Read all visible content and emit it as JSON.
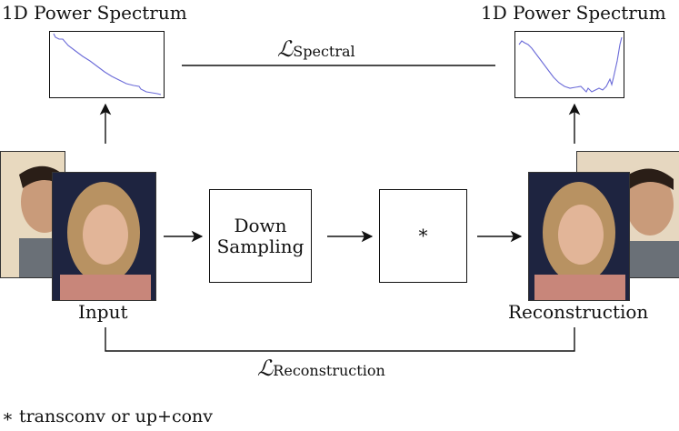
{
  "spectrum_left": {
    "title": "1D Power Spectrum"
  },
  "spectrum_right": {
    "title": "1D Power Spectrum"
  },
  "loss_spectral": {
    "symbol": "ℒ",
    "subscript": "Spectral"
  },
  "loss_reconstruction": {
    "symbol": "ℒ",
    "subscript": "Reconstruction"
  },
  "input": {
    "label": "Input"
  },
  "output": {
    "label": "Reconstruction"
  },
  "downsampling": {
    "line1": "Down",
    "line2": "Sampling"
  },
  "upsampling": {
    "symbol": "*"
  },
  "footnote": {
    "text": "∗ transconv or up+conv"
  },
  "colors": {
    "curve": "#6b6bd8",
    "stroke": "#111111"
  },
  "icons": [
    "face-photo-male",
    "face-photo-female",
    "arrow-right",
    "arrow-up"
  ]
}
